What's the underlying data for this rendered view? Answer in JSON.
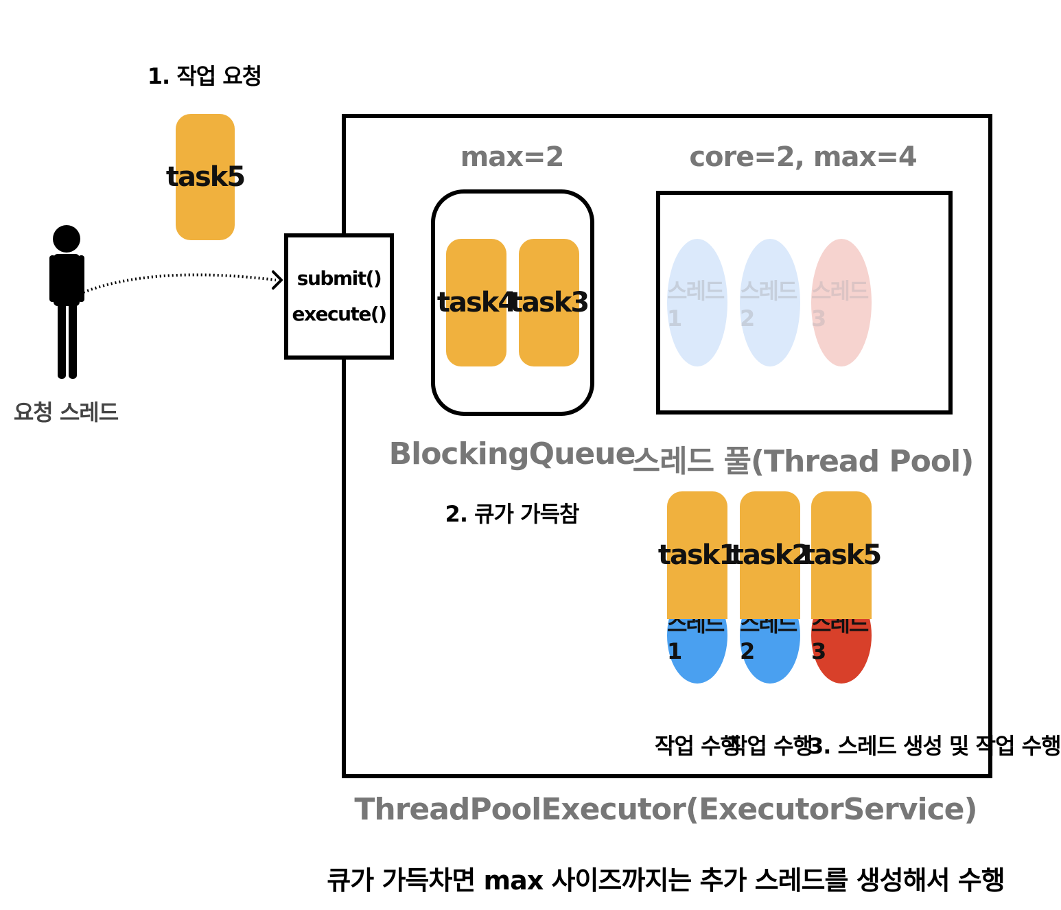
{
  "request": {
    "step1_label": "1. 작업 요청",
    "task": "task5",
    "thread_label": "요청 스레드"
  },
  "api": {
    "submit": "submit()",
    "execute": "execute()"
  },
  "queue": {
    "capacity_label": "max=2",
    "tasks": [
      "task4",
      "task3"
    ],
    "name": "BlockingQueue",
    "step2_label": "2. 큐가 가득참"
  },
  "pool": {
    "size_label": "core=2, max=4",
    "idle_threads": [
      "스레드1",
      "스레드2",
      "스레드3"
    ],
    "name": "스레드 풀(Thread Pool)"
  },
  "running": [
    {
      "task": "task1",
      "thread": "스레드1",
      "status": "작업 수행"
    },
    {
      "task": "task2",
      "thread": "스레드2",
      "status": "작업 수행"
    },
    {
      "task": "task5",
      "thread": "스레드3",
      "status": "3. 스레드 생성 및 작업 수행"
    }
  ],
  "executor_name": "ThreadPoolExecutor(ExecutorService)",
  "caption": "큐가 가득차면 max 사이즈까지는 추가 스레드를 생성해서 수행",
  "colors": {
    "task": "#f0b13e",
    "thread_blue": "#4aa0f0",
    "thread_red": "#d8402a",
    "ghost_blue": "#dbe9fb",
    "ghost_red": "#f6d3cf",
    "muted_text": "#777777"
  }
}
